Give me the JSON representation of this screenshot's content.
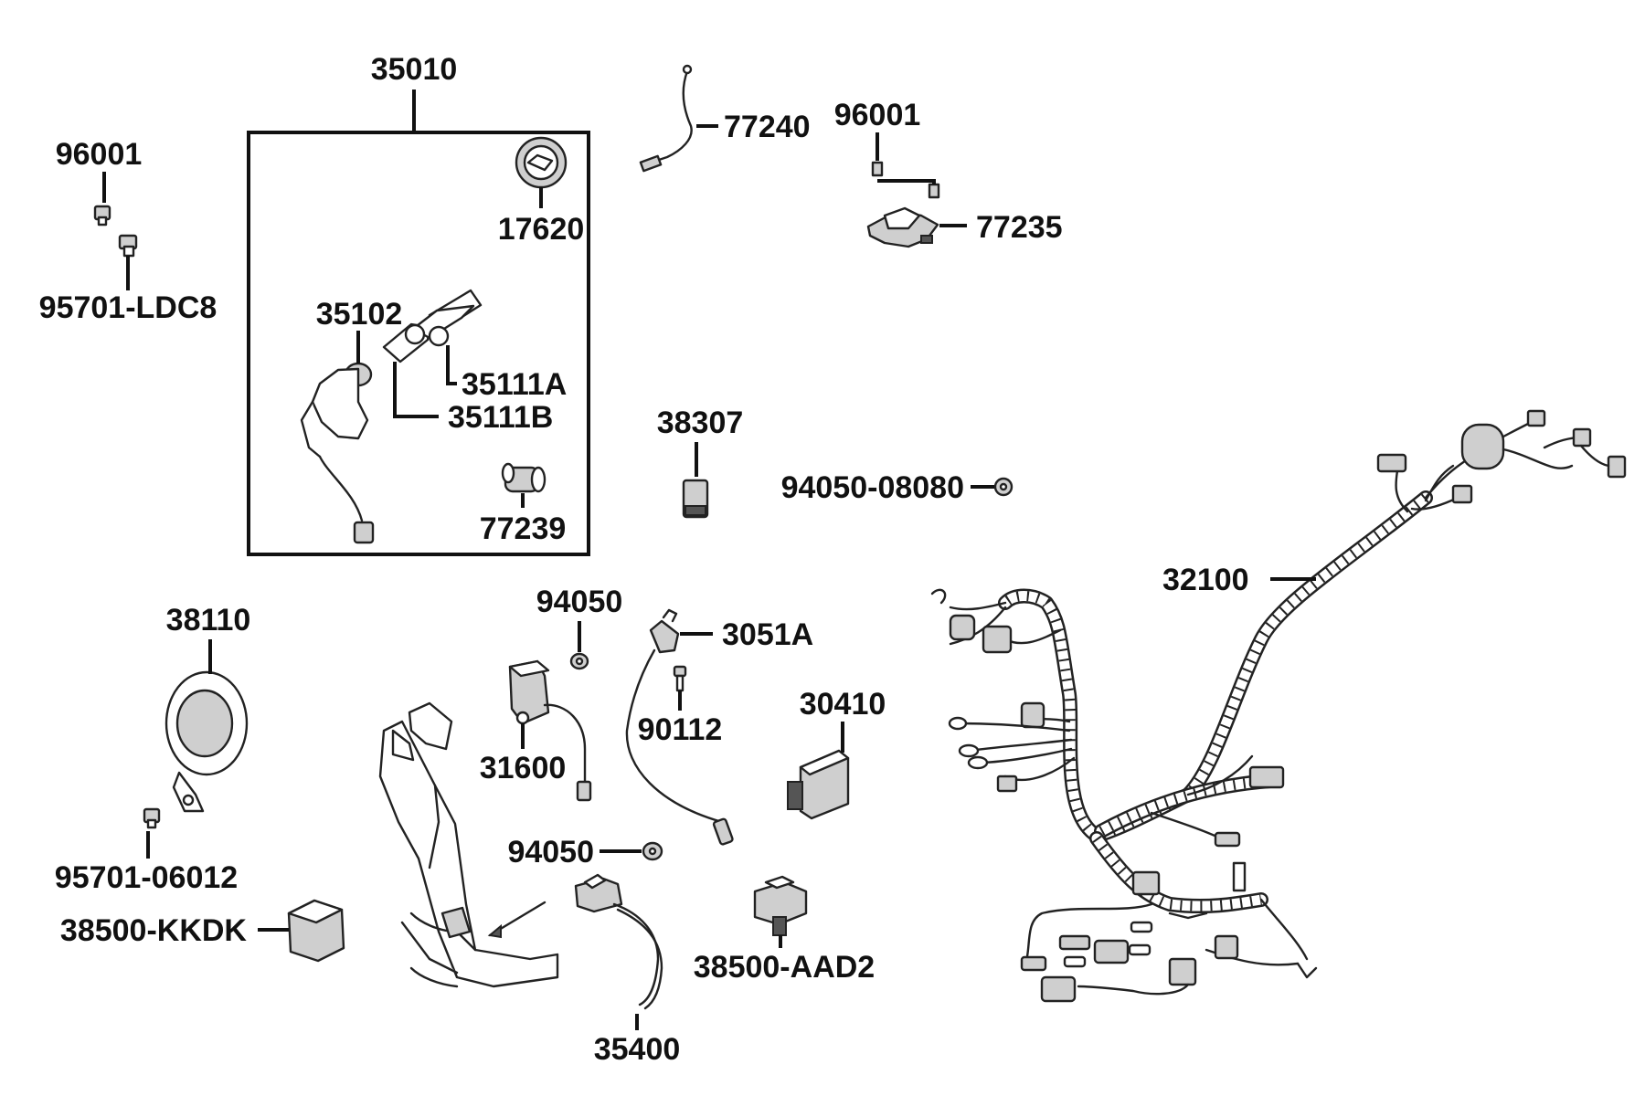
{
  "diagram": {
    "colors": {
      "line": "#111111",
      "fill_light": "#cfcfcf",
      "fill_dark": "#555555",
      "background": "#ffffff"
    },
    "labels": {
      "p35010": "35010",
      "p96001_left": "96001",
      "p95701_ldc8": "95701-LDC8",
      "p17620": "17620",
      "p35102": "35102",
      "p35111a": "35111A",
      "p35111b": "35111B",
      "p77239": "77239",
      "p77240": "77240",
      "p96001_right": "96001",
      "p77235": "77235",
      "p38307": "38307",
      "p94050_08080": "94050-08080",
      "p32100": "32100",
      "p38110": "38110",
      "p95701_06012": "95701-06012",
      "p38500_kkdk": "38500-KKDK",
      "p94050_top": "94050",
      "p3051a": "3051A",
      "p90112": "90112",
      "p31600": "31600",
      "p30410": "30410",
      "p94050_bottom": "94050",
      "p38500_aad2": "38500-AAD2",
      "p35400": "35400"
    }
  }
}
